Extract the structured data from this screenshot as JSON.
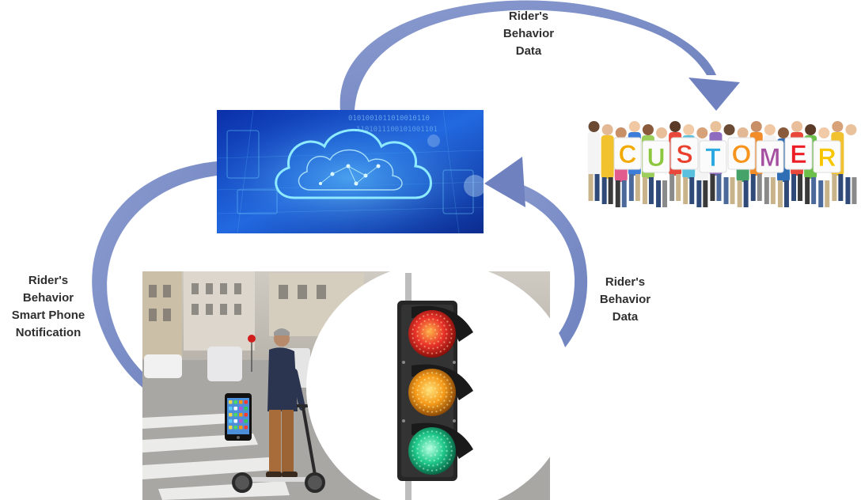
{
  "labels": {
    "top": [
      "Rider's",
      "Behavior",
      "Data"
    ],
    "left": [
      "Rider's",
      "Behavior",
      "Smart Phone",
      "Notification"
    ],
    "right": [
      "Rider's",
      "Behavior",
      "Data"
    ]
  },
  "customer_sign": {
    "letters": [
      "C",
      "U",
      "S",
      "T",
      "O",
      "M",
      "E",
      "R"
    ],
    "letter_colors": [
      "#f2a900",
      "#8dc63f",
      "#e9412d",
      "#2aa9e0",
      "#f7941d",
      "#a54fa0",
      "#ec1c24",
      "#f7c600"
    ]
  },
  "colors": {
    "arrow": "#7a8cc4",
    "cloud_glow": "#7fe6ff",
    "panel_blue": "#1a4fc4",
    "light_red": "#e8322a",
    "light_amber": "#f59a1a",
    "light_green": "#1fc98a"
  }
}
